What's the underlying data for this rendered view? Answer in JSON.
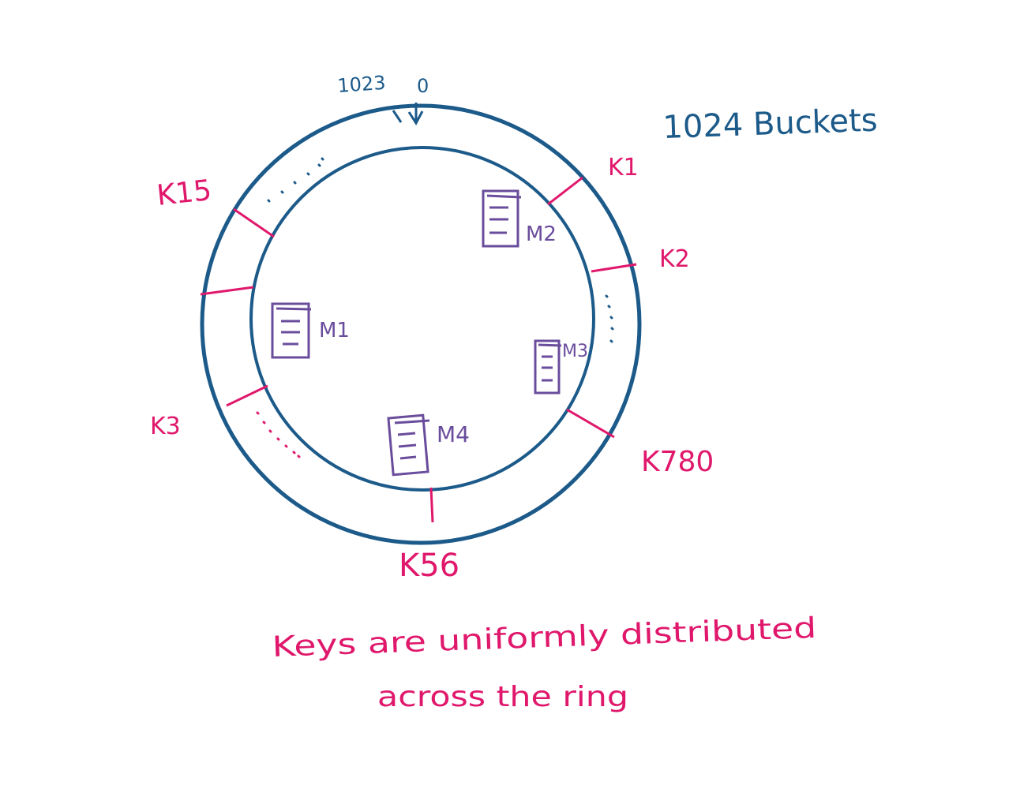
{
  "colors": {
    "ring": "#1c5a8a",
    "key": "#e0186c",
    "server": "#6a4c9c",
    "background": "#ffffff"
  },
  "ring": {
    "start_label": "0",
    "end_label": "1023",
    "bucket_count_label": "1024 Buckets"
  },
  "keys": [
    {
      "id": "k1",
      "label": "K1"
    },
    {
      "id": "k2",
      "label": "K2"
    },
    {
      "id": "k780",
      "label": "K780"
    },
    {
      "id": "k56",
      "label": "K56"
    },
    {
      "id": "k3",
      "label": "K3"
    },
    {
      "id": "k15",
      "label": "K15"
    }
  ],
  "servers": [
    {
      "id": "m1",
      "label": "M1"
    },
    {
      "id": "m2",
      "label": "M2"
    },
    {
      "id": "m3",
      "label": "M3"
    },
    {
      "id": "m4",
      "label": "M4"
    }
  ],
  "caption": {
    "line1": "Keys are uniformly distributed",
    "line2": "across the ring"
  }
}
